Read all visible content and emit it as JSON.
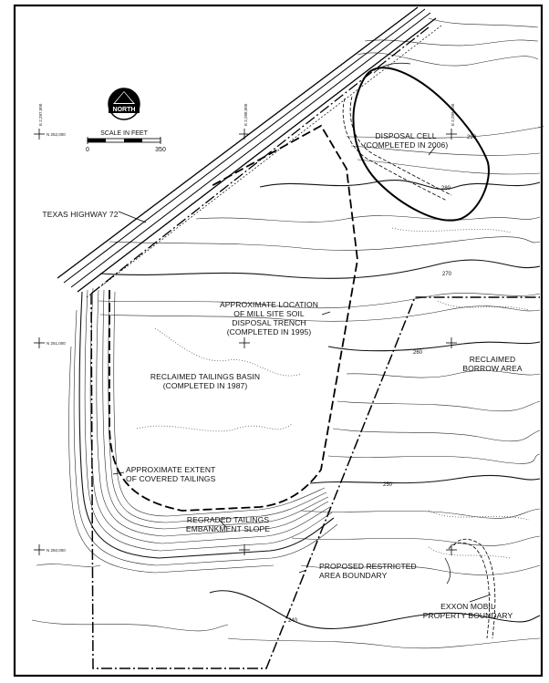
{
  "north_label": "NORTH",
  "scale": {
    "title": "SCALE IN FEET",
    "start": "0",
    "end": "350"
  },
  "labels": {
    "disposal_cell_1": "DISPOSAL CELL",
    "disposal_cell_2": "(COMPLETED IN 2006)",
    "texas_highway": "TEXAS HIGHWAY 72",
    "trench_1": "APPROXIMATE LOCATION",
    "trench_2": "OF MILL SITE SOIL",
    "trench_3": "DISPOSAL TRENCH",
    "trench_4": "(COMPLETED IN 1995)",
    "basin_1": "RECLAIMED TAILINGS BASIN",
    "basin_2": "(COMPLETED IN 1987)",
    "reclaimed_borrow_1": "RECLAIMED",
    "reclaimed_borrow_2": "BORROW AREA",
    "covered_1": "APPROXIMATE EXTENT",
    "covered_2": "OF COVERED TAILINGS",
    "regraded_1": "REGRADED TAILINGS",
    "regraded_2": "EMBANKMENT SLOPE",
    "restricted_1": "PROPOSED RESTRICTED",
    "restricted_2": "AREA BOUNDARY",
    "exxon_1": "EXXON MOBIL",
    "exxon_2": "PROPERTY BOUNDARY"
  },
  "contour_elevations": {
    "c290": "290",
    "c280_top": "280",
    "c270": "270",
    "c260": "260",
    "c250": "250",
    "c240": "240"
  },
  "grid_ticks": {
    "n1": "N 252,000",
    "n2": "N 251,000",
    "n3": "N 250,000",
    "e1": "E 2,287,000",
    "e2": "E 2,288,000",
    "e3": "E 2,289,000"
  }
}
